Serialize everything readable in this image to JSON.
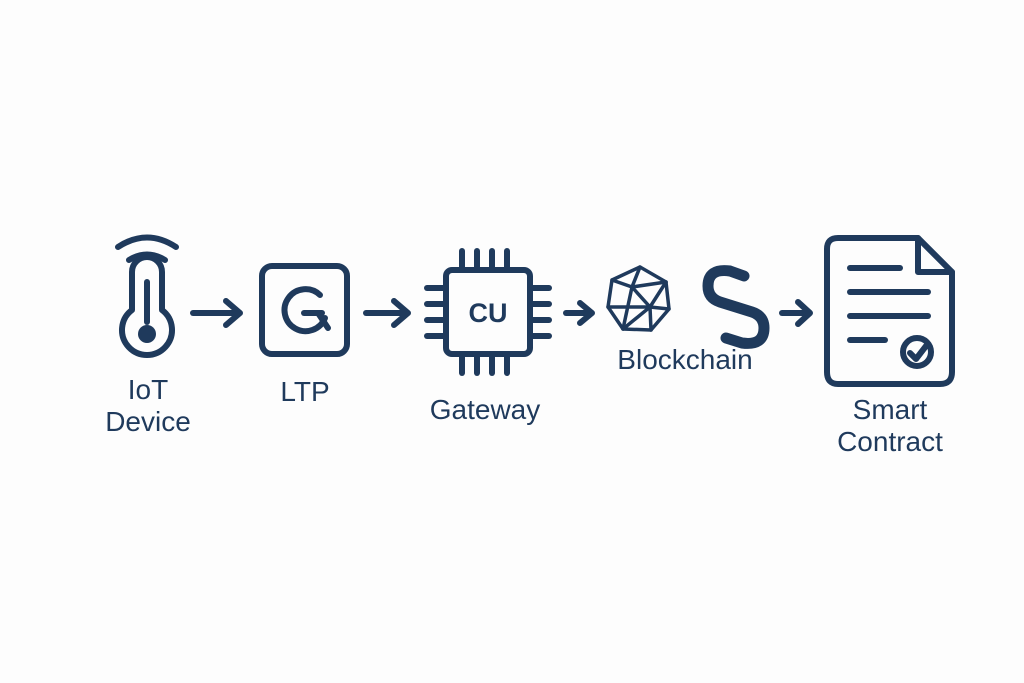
{
  "diagram": {
    "nodes": {
      "iot": {
        "line1": "IoT",
        "line2": "Device",
        "icon": "thermometer-wifi-icon"
      },
      "ltp": {
        "label": "LTP",
        "icon": "g-logo-icon"
      },
      "gateway": {
        "label": "Gateway",
        "chip_text": "CU",
        "icon": "microchip-icon"
      },
      "blockchain": {
        "label": "Blockchain",
        "icons": [
          "polyhedron-icon",
          "s-link-icon"
        ]
      },
      "smart_contract": {
        "line1": "Smart",
        "line2": "Contract",
        "icon": "document-check-icon"
      }
    },
    "flow": [
      "iot",
      "ltp",
      "gateway",
      "blockchain",
      "smart_contract"
    ]
  },
  "colors": {
    "ink": "#1f3a5c",
    "background": "#fdfdfd"
  }
}
